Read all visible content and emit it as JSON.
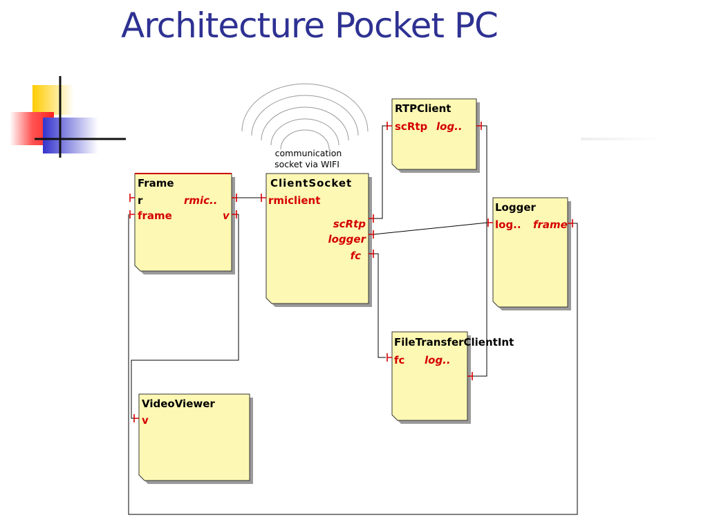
{
  "slide": {
    "title": "Architecture Pocket PC"
  },
  "note": {
    "line1": "communication",
    "line2": "socket via WIFI"
  },
  "components": {
    "frame": {
      "title": "Frame",
      "port_r": "r",
      "port_rmic": "rmic..",
      "port_frame": "frame",
      "port_v": "v"
    },
    "client_socket": {
      "title": "ClientSocket",
      "port_rmiclient": "rmiclient",
      "port_scrtp": "scRtp",
      "port_logger": "logger",
      "port_fc": "fc"
    },
    "rtp_client": {
      "title": "RTPClient",
      "port_scrtp": "scRtp",
      "port_log": "log.."
    },
    "logger": {
      "title": "Logger",
      "port_log": "log..",
      "port_frame": "frame"
    },
    "file_transfer": {
      "title": "FileTransferClientInt",
      "port_fc": "fc",
      "port_log": "log.."
    },
    "video_viewer": {
      "title": "VideoViewer",
      "port_v": "v"
    }
  },
  "colors": {
    "title": "#2e3192",
    "box_fill": "#fdf8b4",
    "port_text": "#d40000",
    "deco_yellow": "#ffcc00",
    "deco_red": "#ff3333",
    "deco_blue": "#3333cc"
  }
}
